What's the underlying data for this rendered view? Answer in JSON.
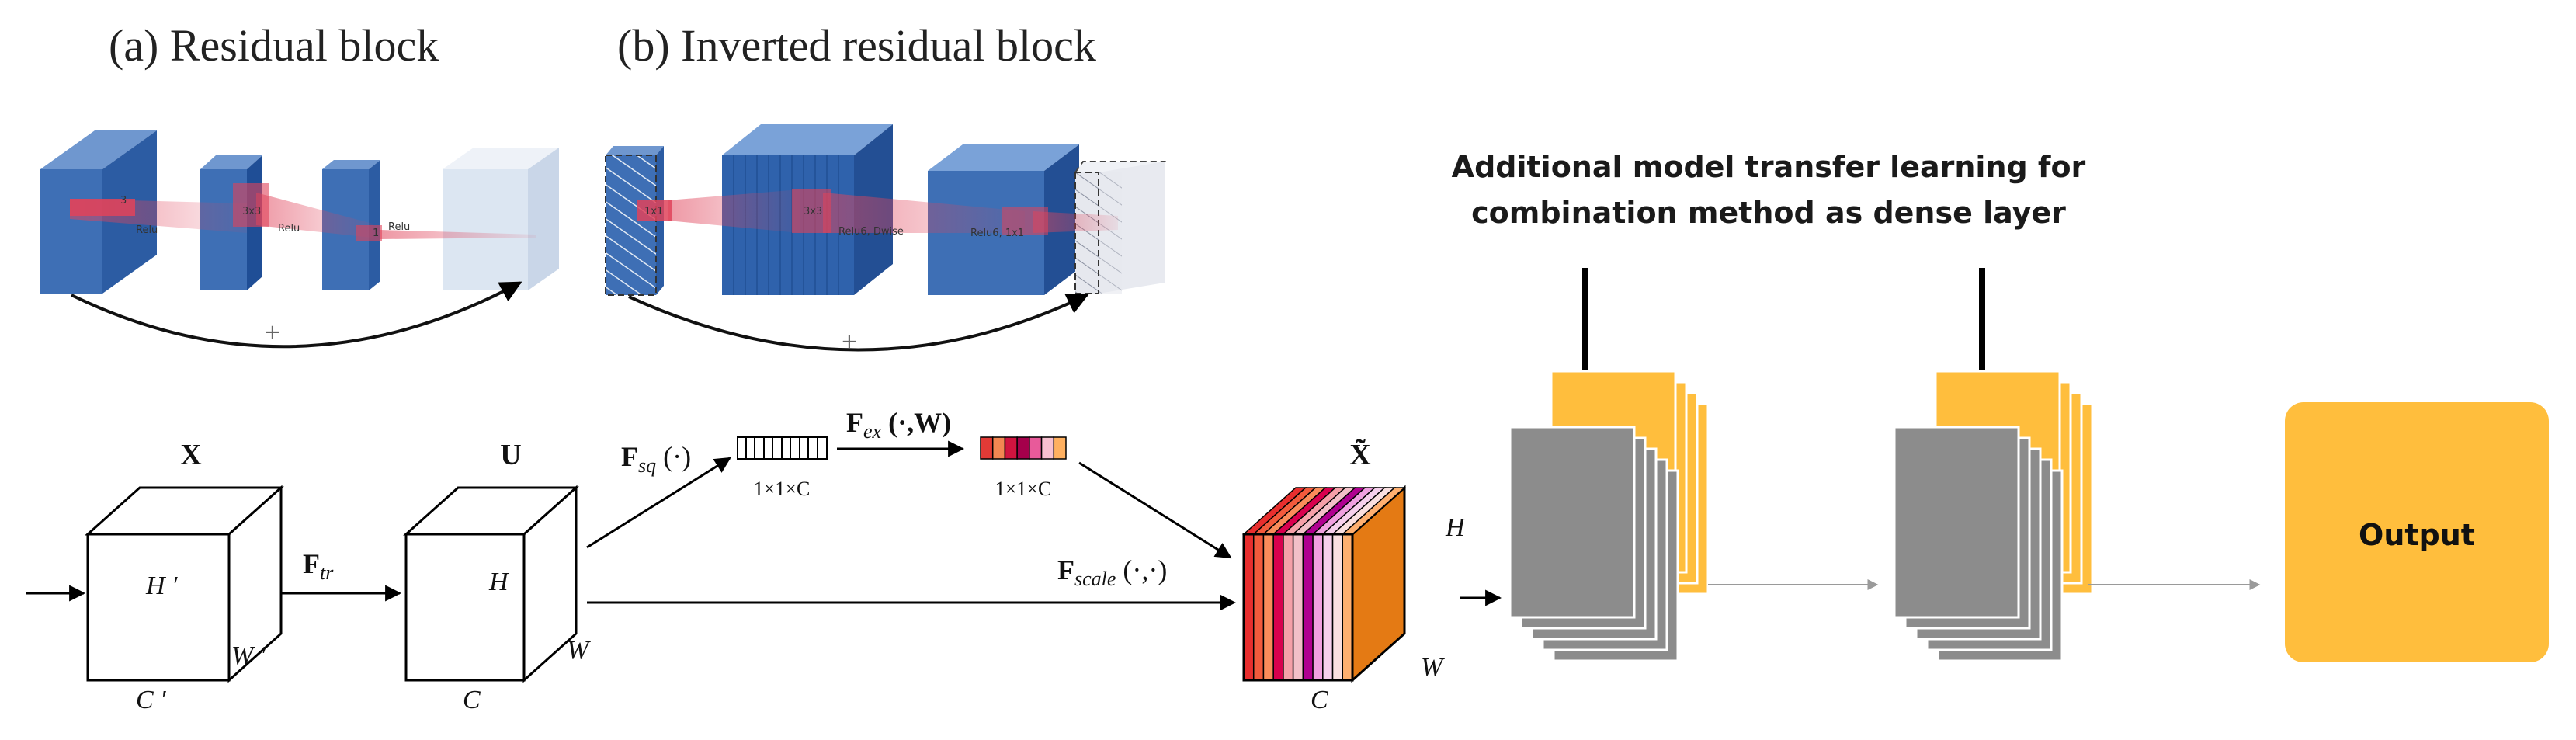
{
  "panel_a": {
    "title": "(a) Residual block",
    "labels": [
      "3",
      "Relu",
      "3x3",
      "Relu",
      "1",
      "Relu"
    ],
    "plus": "+"
  },
  "panel_b": {
    "title": "(b) Inverted residual block",
    "labels": [
      "1x1",
      "3x3",
      "Relu6, Dwise",
      "Relu6, 1x1"
    ],
    "plus": "+"
  },
  "annotation": {
    "line1": "Additional model transfer learning for",
    "line2": "combination method as dense layer"
  },
  "se_block": {
    "x_label": "X",
    "u_label": "U",
    "xt_label": "X̃",
    "f_tr": "F",
    "f_tr_sub": "tr",
    "f_sq": "F",
    "f_sq_sub": "sq",
    "f_sq_arg": " (·)",
    "f_ex": "F",
    "f_ex_sub": "ex",
    "f_ex_arg": " (·,W)",
    "f_scale": "F",
    "f_scale_sub": "scale",
    "f_scale_arg": " (·,·)",
    "dim_1x1c_a": "1×1×C",
    "dim_1x1c_b": "1×1×C",
    "h_prime": "H ′",
    "w_prime": "W ′",
    "c_prime": "C ′",
    "h": "H",
    "w": "W",
    "c": "C",
    "h2": "H",
    "w2": "W",
    "c2": "C"
  },
  "output": {
    "label": "Output",
    "color": "#FFBE3D"
  },
  "colors": {
    "block_blue": "#3E6FB5",
    "block_blue_dark": "#2A58A0",
    "block_light": "#DCE6F2",
    "red_highlight": "#E0435A",
    "pink_plane": "#F2B7C1",
    "grey_layer": "#8C8C8C",
    "yellow_layer": "#FFBE3D",
    "orange_face": "#E47A14"
  },
  "se_stripes": [
    "#E82E2E",
    "#F25A3C",
    "#FA8C5A",
    "#D8004E",
    "#F5A0A8",
    "#F3C0C8",
    "#B00090",
    "#F0A0E0",
    "#F6D0EC",
    "#FAE0E0",
    "#FFB070"
  ],
  "vector_stripes": [
    "#E23A36",
    "#F28752",
    "#D0143F",
    "#A5004B",
    "#E85A9A",
    "#F7C0D0",
    "#FFB060"
  ]
}
